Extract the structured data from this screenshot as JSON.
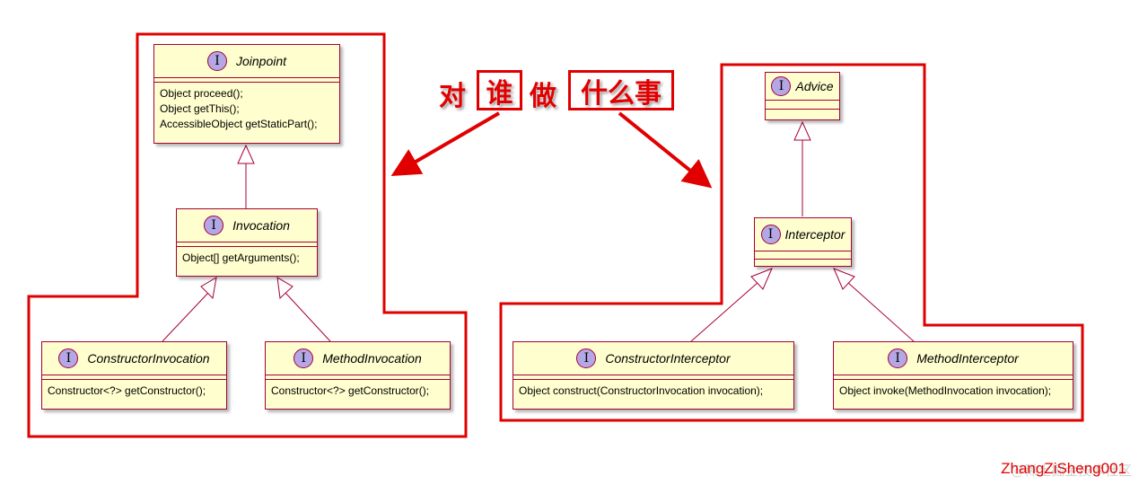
{
  "title_parts": [
    "对",
    "谁",
    "做",
    "什么事"
  ],
  "left_group": {
    "joinpoint": {
      "badge": "I",
      "name": "Joinpoint",
      "methods": [
        "Object proceed();",
        "Object getThis();",
        "AccessibleObject getStaticPart();"
      ]
    },
    "invocation": {
      "badge": "I",
      "name": "Invocation",
      "methods": [
        "Object[] getArguments();"
      ]
    },
    "constructor_invocation": {
      "badge": "I",
      "name": "ConstructorInvocation",
      "methods": [
        "Constructor<?> getConstructor();"
      ]
    },
    "method_invocation": {
      "badge": "I",
      "name": "MethodInvocation",
      "methods": [
        "Constructor<?> getConstructor();"
      ]
    }
  },
  "right_group": {
    "advice": {
      "badge": "I",
      "name": "Advice"
    },
    "interceptor": {
      "badge": "I",
      "name": "Interceptor"
    },
    "constructor_interceptor": {
      "badge": "I",
      "name": "ConstructorInterceptor",
      "methods": [
        "Object construct(ConstructorInvocation invocation);"
      ]
    },
    "method_interceptor": {
      "badge": "I",
      "name": "MethodInterceptor",
      "methods": [
        "Object invoke(MethodInvocation invocation);"
      ]
    }
  },
  "watermark": "ZhangZiSheng001",
  "watermark_sub": "@稀土掘金技术社区",
  "colors": {
    "highlight": "#e00000",
    "class_fill": "#fefece",
    "class_border": "#a80036",
    "badge_fill": "#b4a7e5"
  }
}
